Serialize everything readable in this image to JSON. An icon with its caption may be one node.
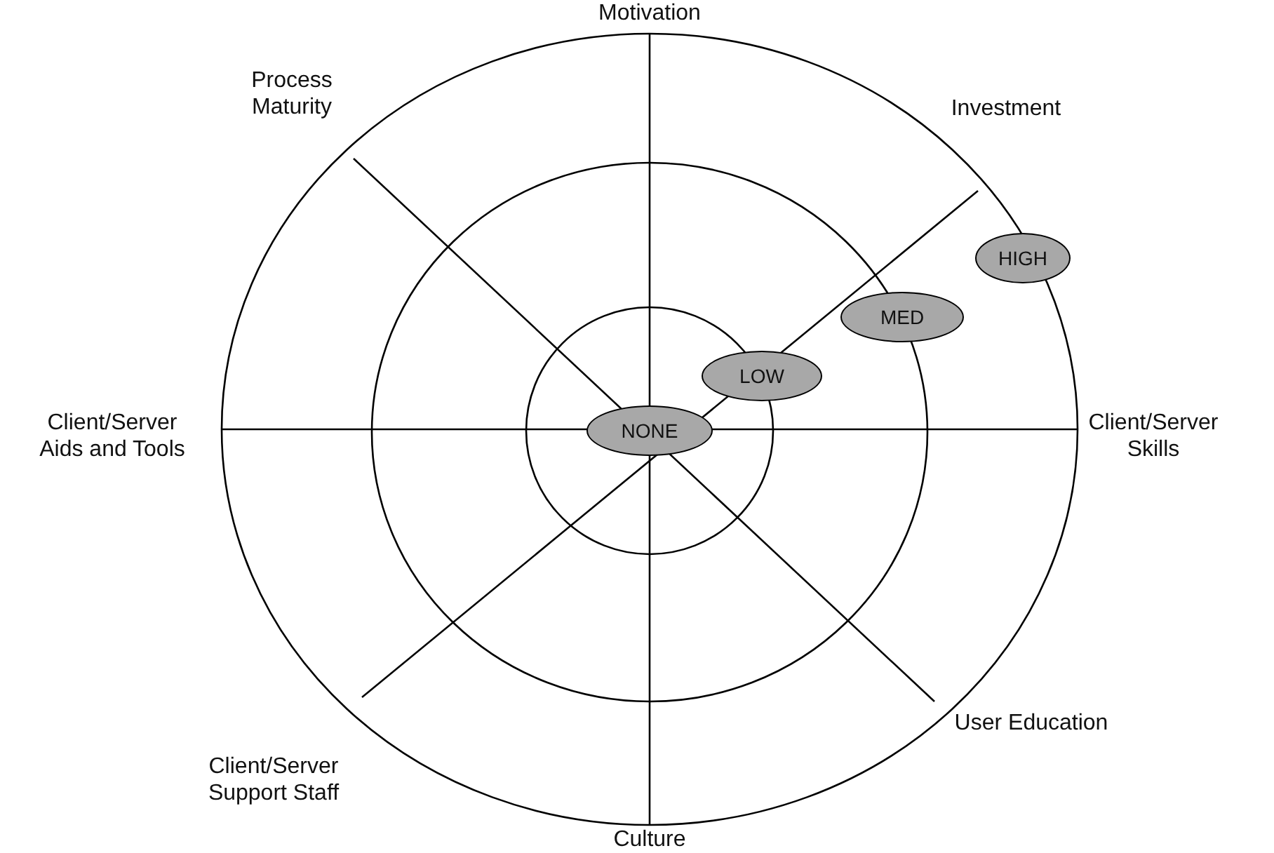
{
  "diagram": {
    "nodes": [
      {
        "text": [
          "NONE"
        ]
      },
      {
        "text": [
          "LOW"
        ]
      },
      {
        "text": [
          "MED"
        ]
      },
      {
        "text": [
          "HIGH"
        ]
      }
    ],
    "labels": [
      "Motivation",
      "Process Maturity",
      "Investment",
      "Client/Server Aids and Tools",
      "Client/Server Skills",
      "Client/Server Support Staff",
      "User Education",
      "Culture"
    ]
  }
}
